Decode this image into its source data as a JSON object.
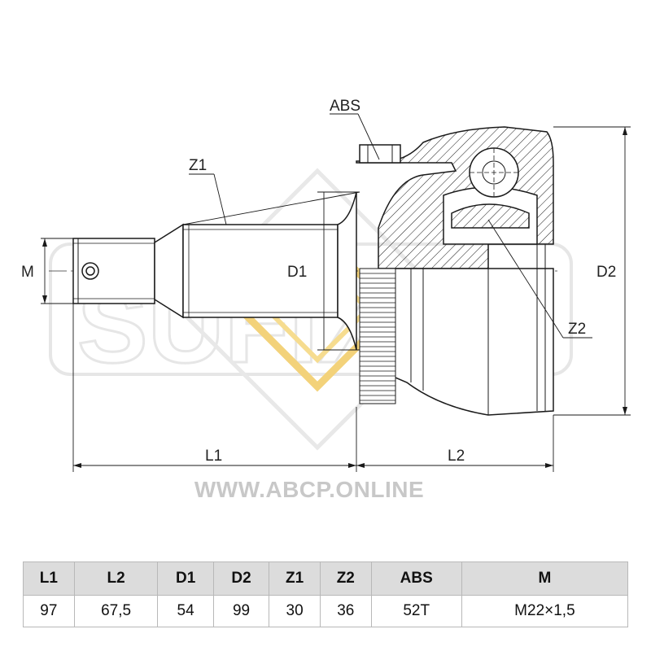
{
  "diagram": {
    "labels": {
      "abs": "ABS",
      "z1": "Z1",
      "z2": "Z2",
      "m": "M",
      "d1": "D1",
      "d2": "D2",
      "l1": "L1",
      "l2": "L2"
    },
    "watermark": {
      "brand": "SUFIX",
      "url": "WWW.ABCP.ONLINE"
    }
  },
  "specs": {
    "headers": [
      "L1",
      "L2",
      "D1",
      "D2",
      "Z1",
      "Z2",
      "ABS",
      "M"
    ],
    "values": [
      "97",
      "67,5",
      "54",
      "99",
      "30",
      "36",
      "52T",
      "M22×1,5"
    ]
  },
  "colors": {
    "line": "#1a1a1a",
    "watermark_accent": "#f3d27a",
    "watermark_gray": "#e4e4e4",
    "header_bg": "#dcdcdc"
  }
}
